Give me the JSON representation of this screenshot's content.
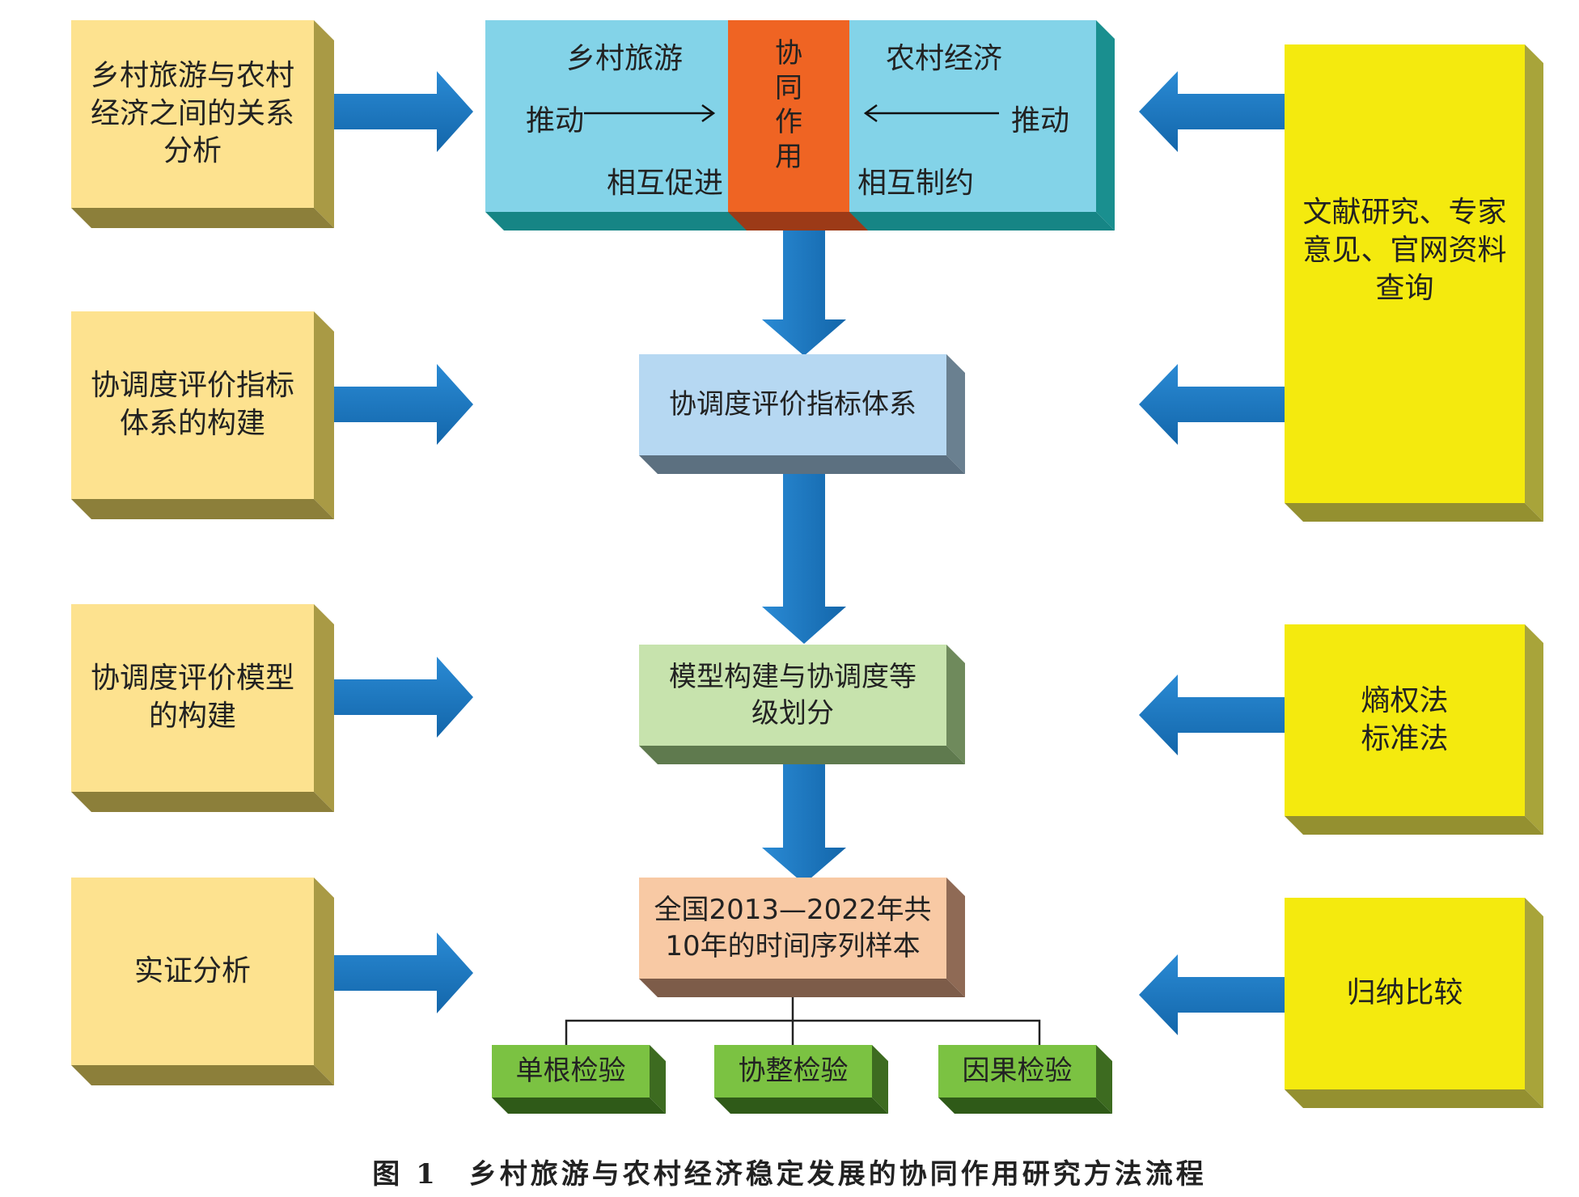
{
  "left_steps": [
    {
      "text": "乡村旅游与农村\n经济之间的关系\n分析"
    },
    {
      "text": "协调度评价指标\n体系的构建"
    },
    {
      "text": "协调度评价模型\n的构建"
    },
    {
      "text": "实证分析"
    }
  ],
  "top_box": {
    "left_title": "乡村旅游",
    "right_title": "农村经济",
    "left_push": "推动",
    "right_push": "推动",
    "left_bottom": "相互促进",
    "right_bottom": "相互制约",
    "center": "协\n同\n作\n用"
  },
  "center_boxes": [
    {
      "text": "协调度评价指标体系"
    },
    {
      "text": "模型构建与协调度等\n级划分"
    },
    {
      "text": "全国2013—2022年共\n10年的时间序列样本"
    }
  ],
  "tests": [
    {
      "text": "单根检验"
    },
    {
      "text": "协整检验"
    },
    {
      "text": "因果检验"
    }
  ],
  "right_methods": [
    {
      "text": "文献研究、专家\n意见、官网资料\n查询"
    },
    {
      "text": "熵权法\n标准法"
    },
    {
      "text": "归纳比较"
    }
  ],
  "caption": "图 1　乡村旅游与农村经济稳定发展的协同作用研究方法流程",
  "colors": {
    "left_box": "#fde28f",
    "right_box": "#f4ea0e",
    "top_box": "#83d3e8",
    "center_red": "#ef6423",
    "index_box": "#b6d8f2",
    "model_box": "#c7e3ad",
    "sample_box": "#f8c9a4",
    "test_box": "#7bc242",
    "arrow": "#1976c0"
  }
}
